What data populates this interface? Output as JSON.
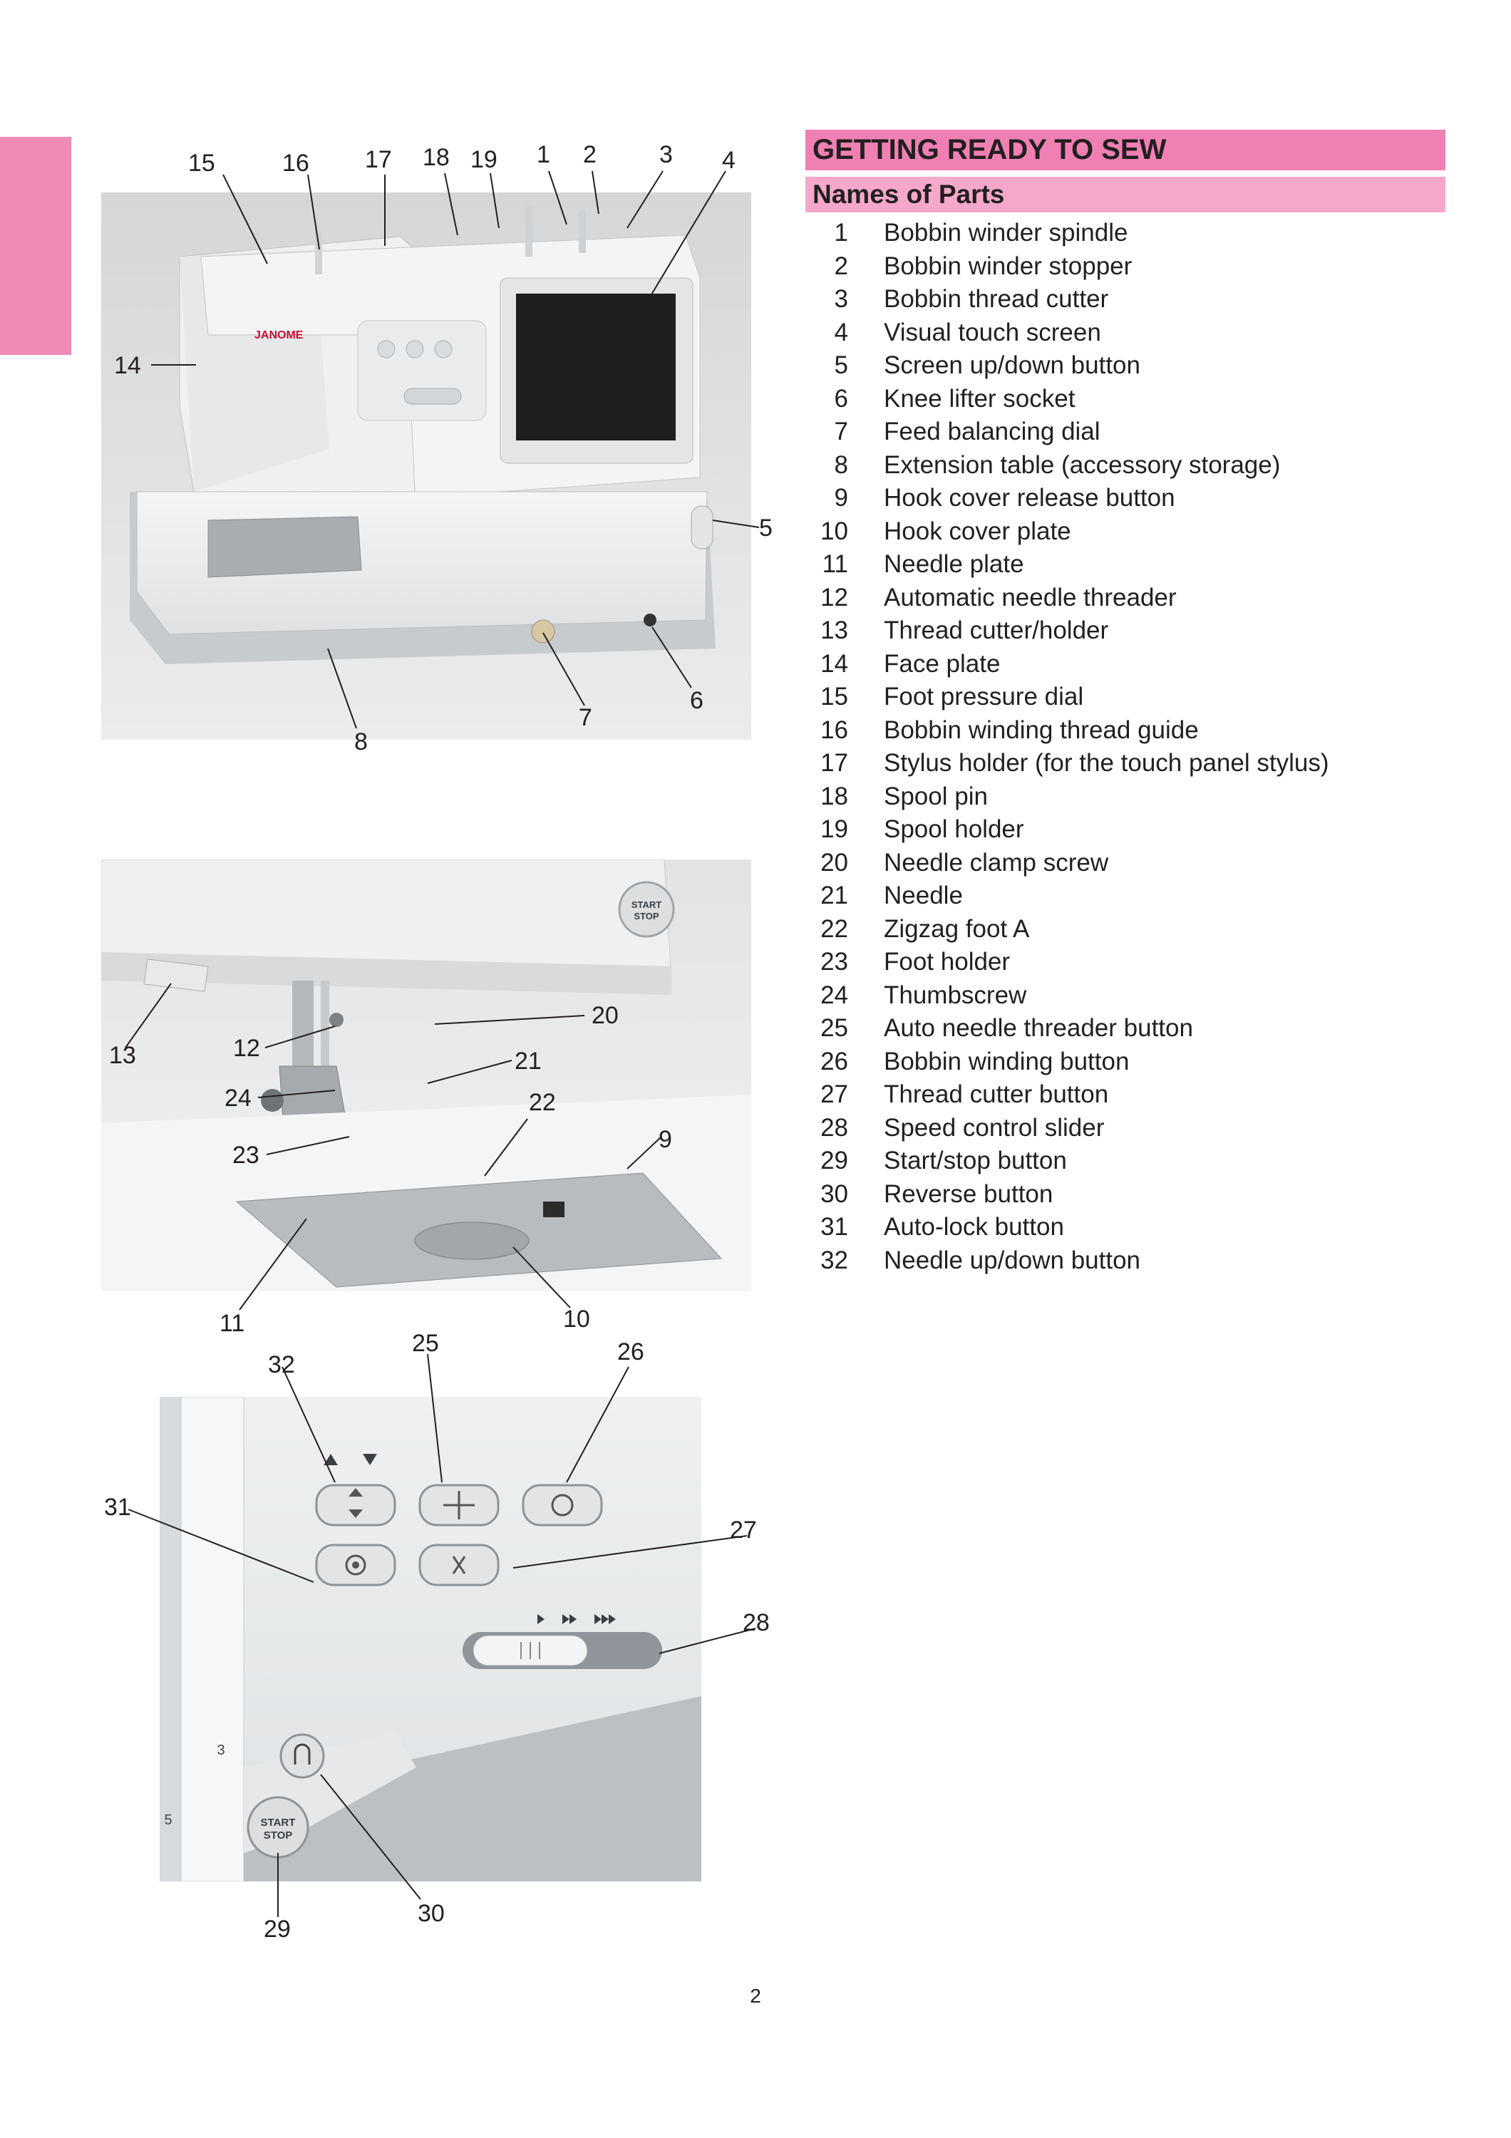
{
  "header": {
    "title": "GETTING READY TO SEW",
    "subtitle": "Names of Parts"
  },
  "parts": [
    {
      "num": "1",
      "label": "Bobbin winder spindle"
    },
    {
      "num": "2",
      "label": "Bobbin winder stopper"
    },
    {
      "num": "3",
      "label": "Bobbin thread cutter"
    },
    {
      "num": "4",
      "label": "Visual touch screen"
    },
    {
      "num": "5",
      "label": "Screen up/down button"
    },
    {
      "num": "6",
      "label": "Knee lifter socket"
    },
    {
      "num": "7",
      "label": "Feed balancing dial"
    },
    {
      "num": "8",
      "label": "Extension table (accessory storage)"
    },
    {
      "num": "9",
      "label": "Hook cover release button"
    },
    {
      "num": "10",
      "label": "Hook cover plate"
    },
    {
      "num": "11",
      "label": "Needle plate"
    },
    {
      "num": "12",
      "label": "Automatic needle threader"
    },
    {
      "num": "13",
      "label": "Thread cutter/holder"
    },
    {
      "num": "14",
      "label": "Face plate"
    },
    {
      "num": "15",
      "label": "Foot pressure dial"
    },
    {
      "num": "16",
      "label": "Bobbin winding thread guide"
    },
    {
      "num": "17",
      "label": "Stylus holder (for the touch panel stylus)"
    },
    {
      "num": "18",
      "label": "Spool pin"
    },
    {
      "num": "19",
      "label": "Spool holder"
    },
    {
      "num": "20",
      "label": "Needle clamp screw"
    },
    {
      "num": "21",
      "label": "Needle"
    },
    {
      "num": "22",
      "label": "Zigzag foot A"
    },
    {
      "num": "23",
      "label": "Foot holder"
    },
    {
      "num": "24",
      "label": "Thumbscrew"
    },
    {
      "num": "25",
      "label": "Auto needle threader button"
    },
    {
      "num": "26",
      "label": "Bobbin winding button"
    },
    {
      "num": "27",
      "label": "Thread cutter button"
    },
    {
      "num": "28",
      "label": "Speed control slider"
    },
    {
      "num": "29",
      "label": "Start/stop button"
    },
    {
      "num": "30",
      "label": "Reverse button"
    },
    {
      "num": "31",
      "label": "Auto-lock button"
    },
    {
      "num": "32",
      "label": "Needle up/down button"
    }
  ],
  "photo_text": {
    "brand": "JANOME",
    "start": "START",
    "stop": "STOP",
    "reverse_number": "3",
    "pattern_number": "5"
  },
  "page_number": "2",
  "colors": {
    "tab": "#f08bb7",
    "header_bar": "#f080b3",
    "subheader_bar": "#f5a8cb"
  }
}
